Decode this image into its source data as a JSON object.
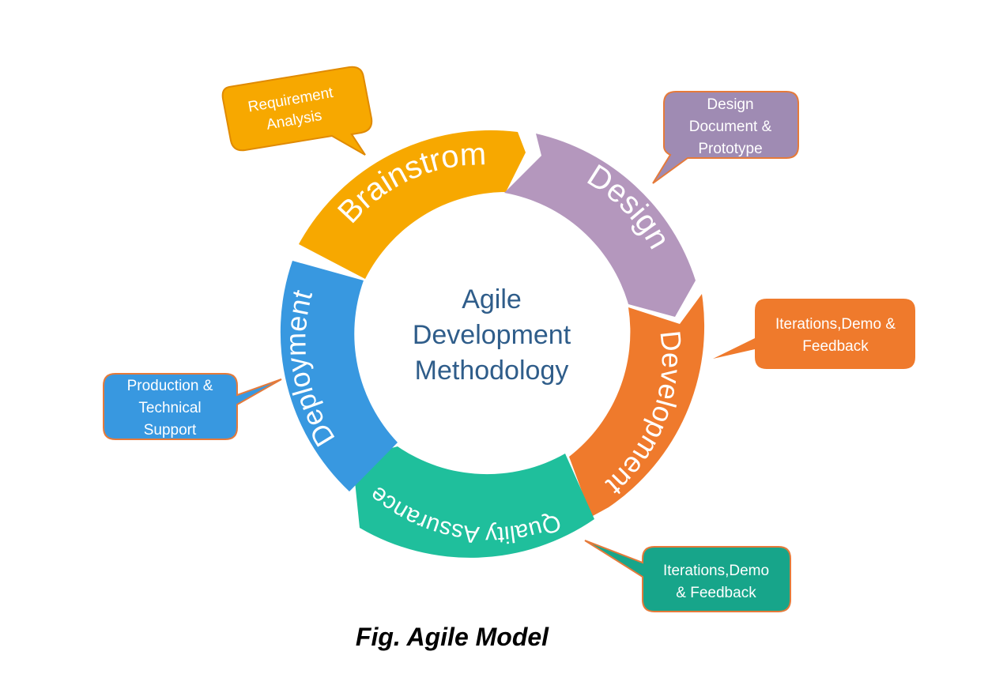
{
  "center": {
    "line1": "Agile",
    "line2": "Development",
    "line3": "Methodology"
  },
  "segments": {
    "brainstorm": {
      "label": "Brainstrom",
      "color": "#f7a800"
    },
    "design": {
      "label": "Design",
      "color": "#b497bd"
    },
    "development": {
      "label": "Development",
      "color": "#ef7a2c"
    },
    "quality": {
      "label": "Quality Assurance",
      "color": "#1fbf9c"
    },
    "deployment": {
      "label": "Deployment",
      "color": "#3898e0"
    }
  },
  "callouts": {
    "requirement": {
      "line1": "Requirement",
      "line2": "Analysis",
      "color": "#f7a800"
    },
    "design_doc": {
      "line1": "Design",
      "line2": "Document &",
      "line3": "Prototype",
      "color": "#9f8bb3"
    },
    "iterations_dev": {
      "line1": "Iterations,Demo &",
      "line2": "Feedback",
      "color": "#ef7a2c"
    },
    "iterations_qa": {
      "line1": "Iterations,Demo",
      "line2": "& Feedback",
      "color": "#17a58a"
    },
    "production": {
      "line1": "Production &",
      "line2": "Technical",
      "line3": "Support",
      "color": "#3898e0"
    }
  },
  "caption": "Fig. Agile Model"
}
